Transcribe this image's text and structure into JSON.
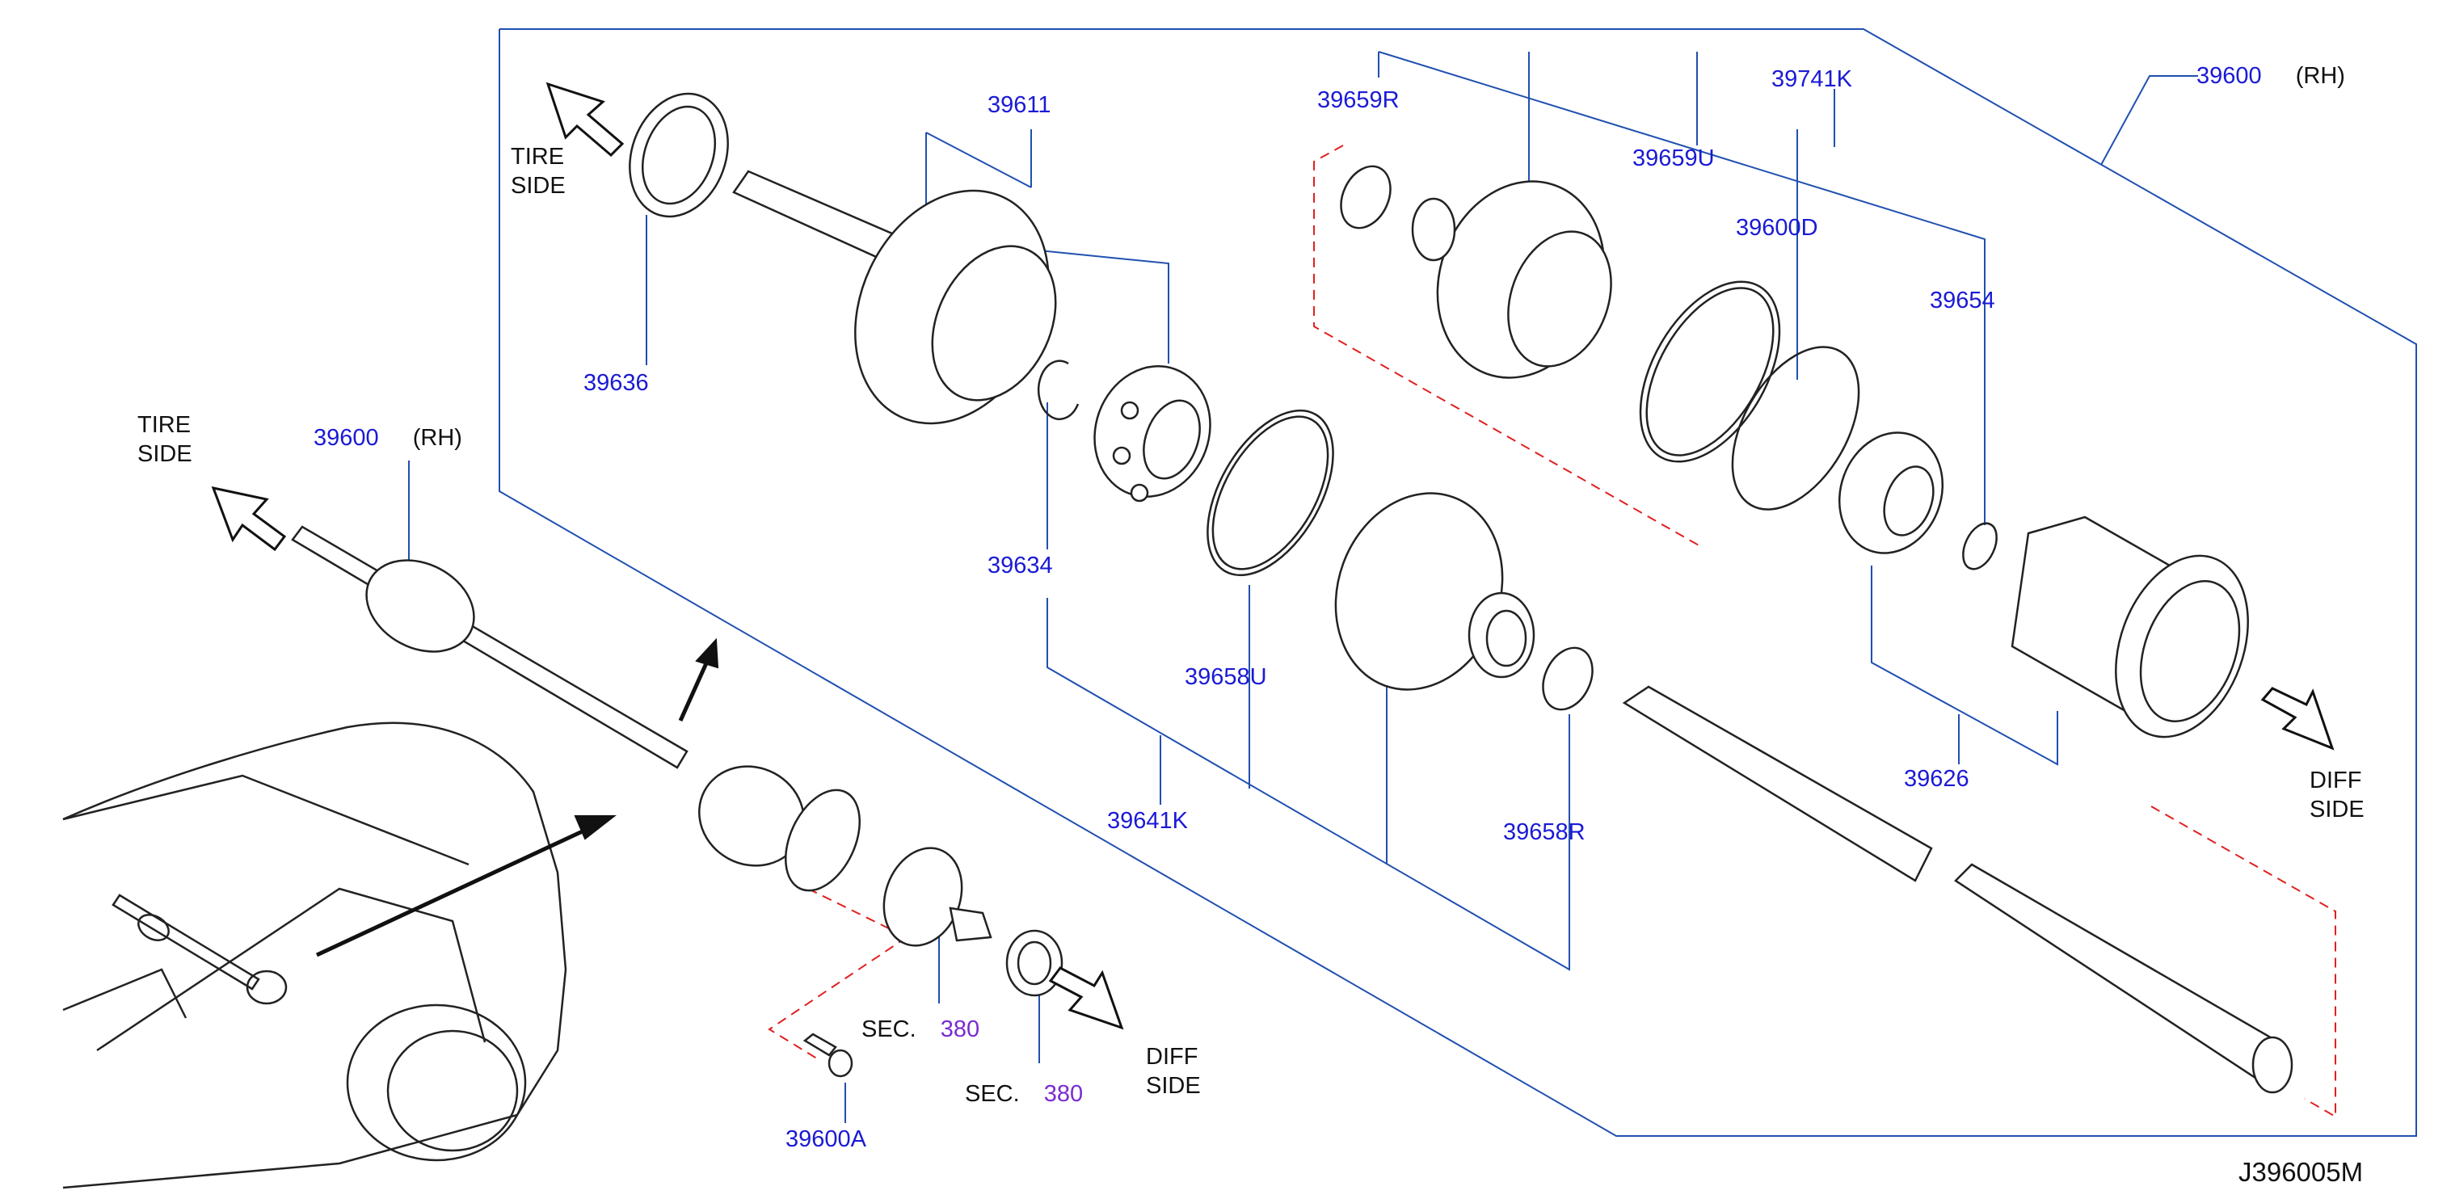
{
  "diagram_code": "J396005M",
  "side_labels": {
    "tire_side_1": [
      "TIRE",
      "SIDE"
    ],
    "tire_side_2": [
      "TIRE",
      "SIDE"
    ],
    "diff_side_1": [
      "DIFF",
      "SIDE"
    ],
    "diff_side_2": [
      "DIFF",
      "SIDE"
    ]
  },
  "sec_references": [
    {
      "prefix": "SEC.",
      "number": "380"
    },
    {
      "prefix": "SEC.",
      "number": "380"
    }
  ],
  "parts": {
    "p39600_top": {
      "number": "39600",
      "suffix": "(RH)"
    },
    "p39600_left": {
      "number": "39600",
      "suffix": "(RH)"
    },
    "p39611": "39611",
    "p39636": "39636",
    "p39634": "39634",
    "p39658U": "39658U",
    "p39641K": "39641K",
    "p39658R": "39658R",
    "p39659R": "39659R",
    "p39659U": "39659U",
    "p39741K": "39741K",
    "p39600D": "39600D",
    "p39654": "39654",
    "p39626": "39626",
    "p39600A": "39600A"
  },
  "colors": {
    "part_number": "#1a1ad6",
    "section_number": "#7b2bd0",
    "leader_line": "#2050b0",
    "outline": "#222222",
    "dashed_line": "#e02020"
  }
}
